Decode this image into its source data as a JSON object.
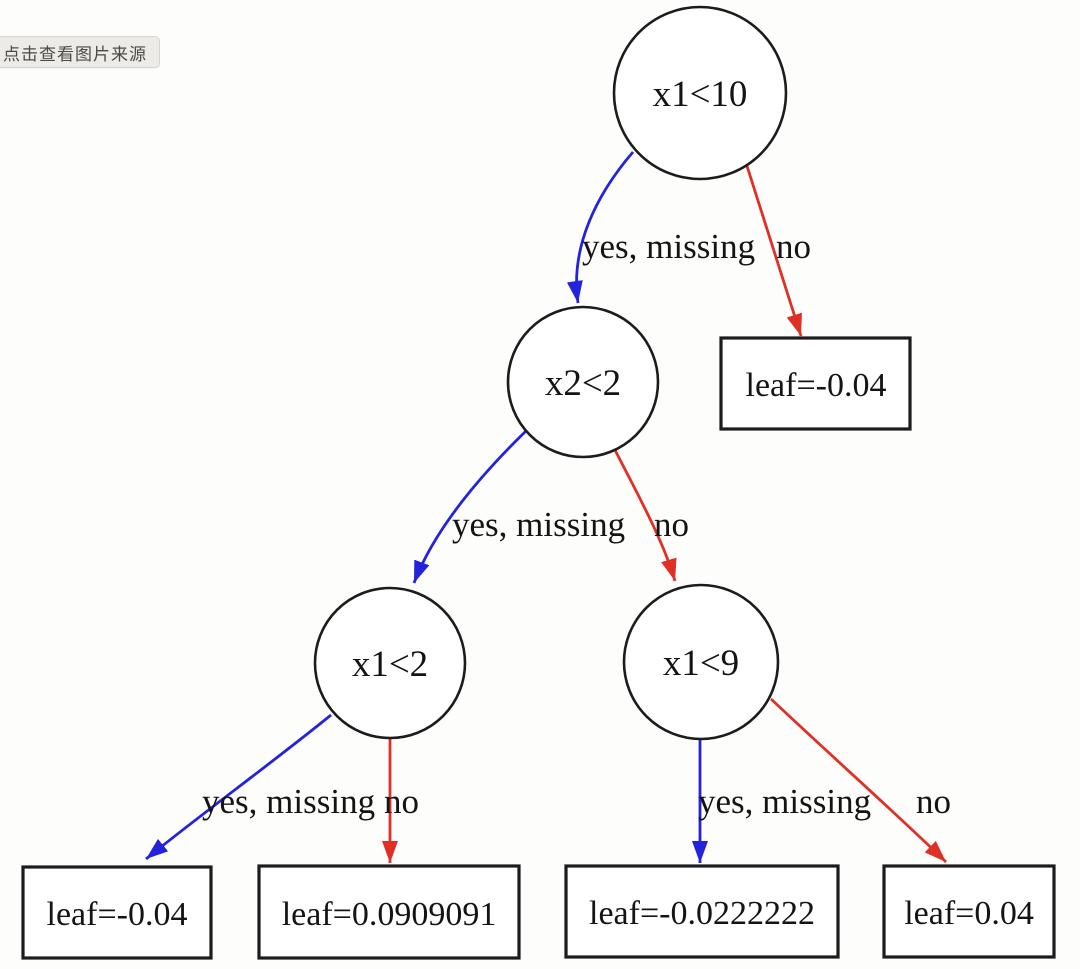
{
  "viewer": {
    "source_tooltip": "点击查看图片来源"
  },
  "colors": {
    "yes_branch": "#2323dc",
    "no_branch": "#e03026",
    "node_outline": "#1c1c1c",
    "label_text": "#141414",
    "tooltip_bg": "#ecebe7",
    "tooltip_text": "#4a4a46",
    "canvas_bg": "#fdfdfc"
  },
  "tree": {
    "nodes": [
      {
        "id": "root",
        "type": "decision",
        "label": "x1<10"
      },
      {
        "id": "n1",
        "type": "decision",
        "label": "x2<2"
      },
      {
        "id": "leaf-r",
        "type": "leaf",
        "label": "leaf=-0.04"
      },
      {
        "id": "n2",
        "type": "decision",
        "label": "x1<2"
      },
      {
        "id": "n3",
        "type": "decision",
        "label": "x1<9"
      },
      {
        "id": "leaf-a",
        "type": "leaf",
        "label": "leaf=-0.04"
      },
      {
        "id": "leaf-b",
        "type": "leaf",
        "label": "leaf=0.0909091"
      },
      {
        "id": "leaf-c",
        "type": "leaf",
        "label": "leaf=-0.0222222"
      },
      {
        "id": "leaf-d",
        "type": "leaf",
        "label": "leaf=0.04"
      }
    ],
    "edges": [
      {
        "from": "x1<10",
        "to": "x2<2",
        "branch": "yes",
        "label": "yes, missing",
        "color": "#2323dc"
      },
      {
        "from": "x1<10",
        "to": "leaf=-0.04",
        "branch": "no",
        "label": "no",
        "color": "#e03026"
      },
      {
        "from": "x2<2",
        "to": "x1<2",
        "branch": "yes",
        "label": "yes, missing",
        "color": "#2323dc"
      },
      {
        "from": "x2<2",
        "to": "x1<9",
        "branch": "no",
        "label": "no",
        "color": "#e03026"
      },
      {
        "from": "x1<2",
        "to": "leaf=-0.04",
        "branch": "yes",
        "label": "yes, missing",
        "color": "#2323dc"
      },
      {
        "from": "x1<2",
        "to": "leaf=0.0909091",
        "branch": "no",
        "label": "no",
        "color": "#e03026"
      },
      {
        "from": "x1<9",
        "to": "leaf=-0.0222222",
        "branch": "yes",
        "label": "yes, missing",
        "color": "#2323dc"
      },
      {
        "from": "x1<9",
        "to": "leaf=0.04",
        "branch": "no",
        "label": "no",
        "color": "#e03026"
      }
    ]
  }
}
